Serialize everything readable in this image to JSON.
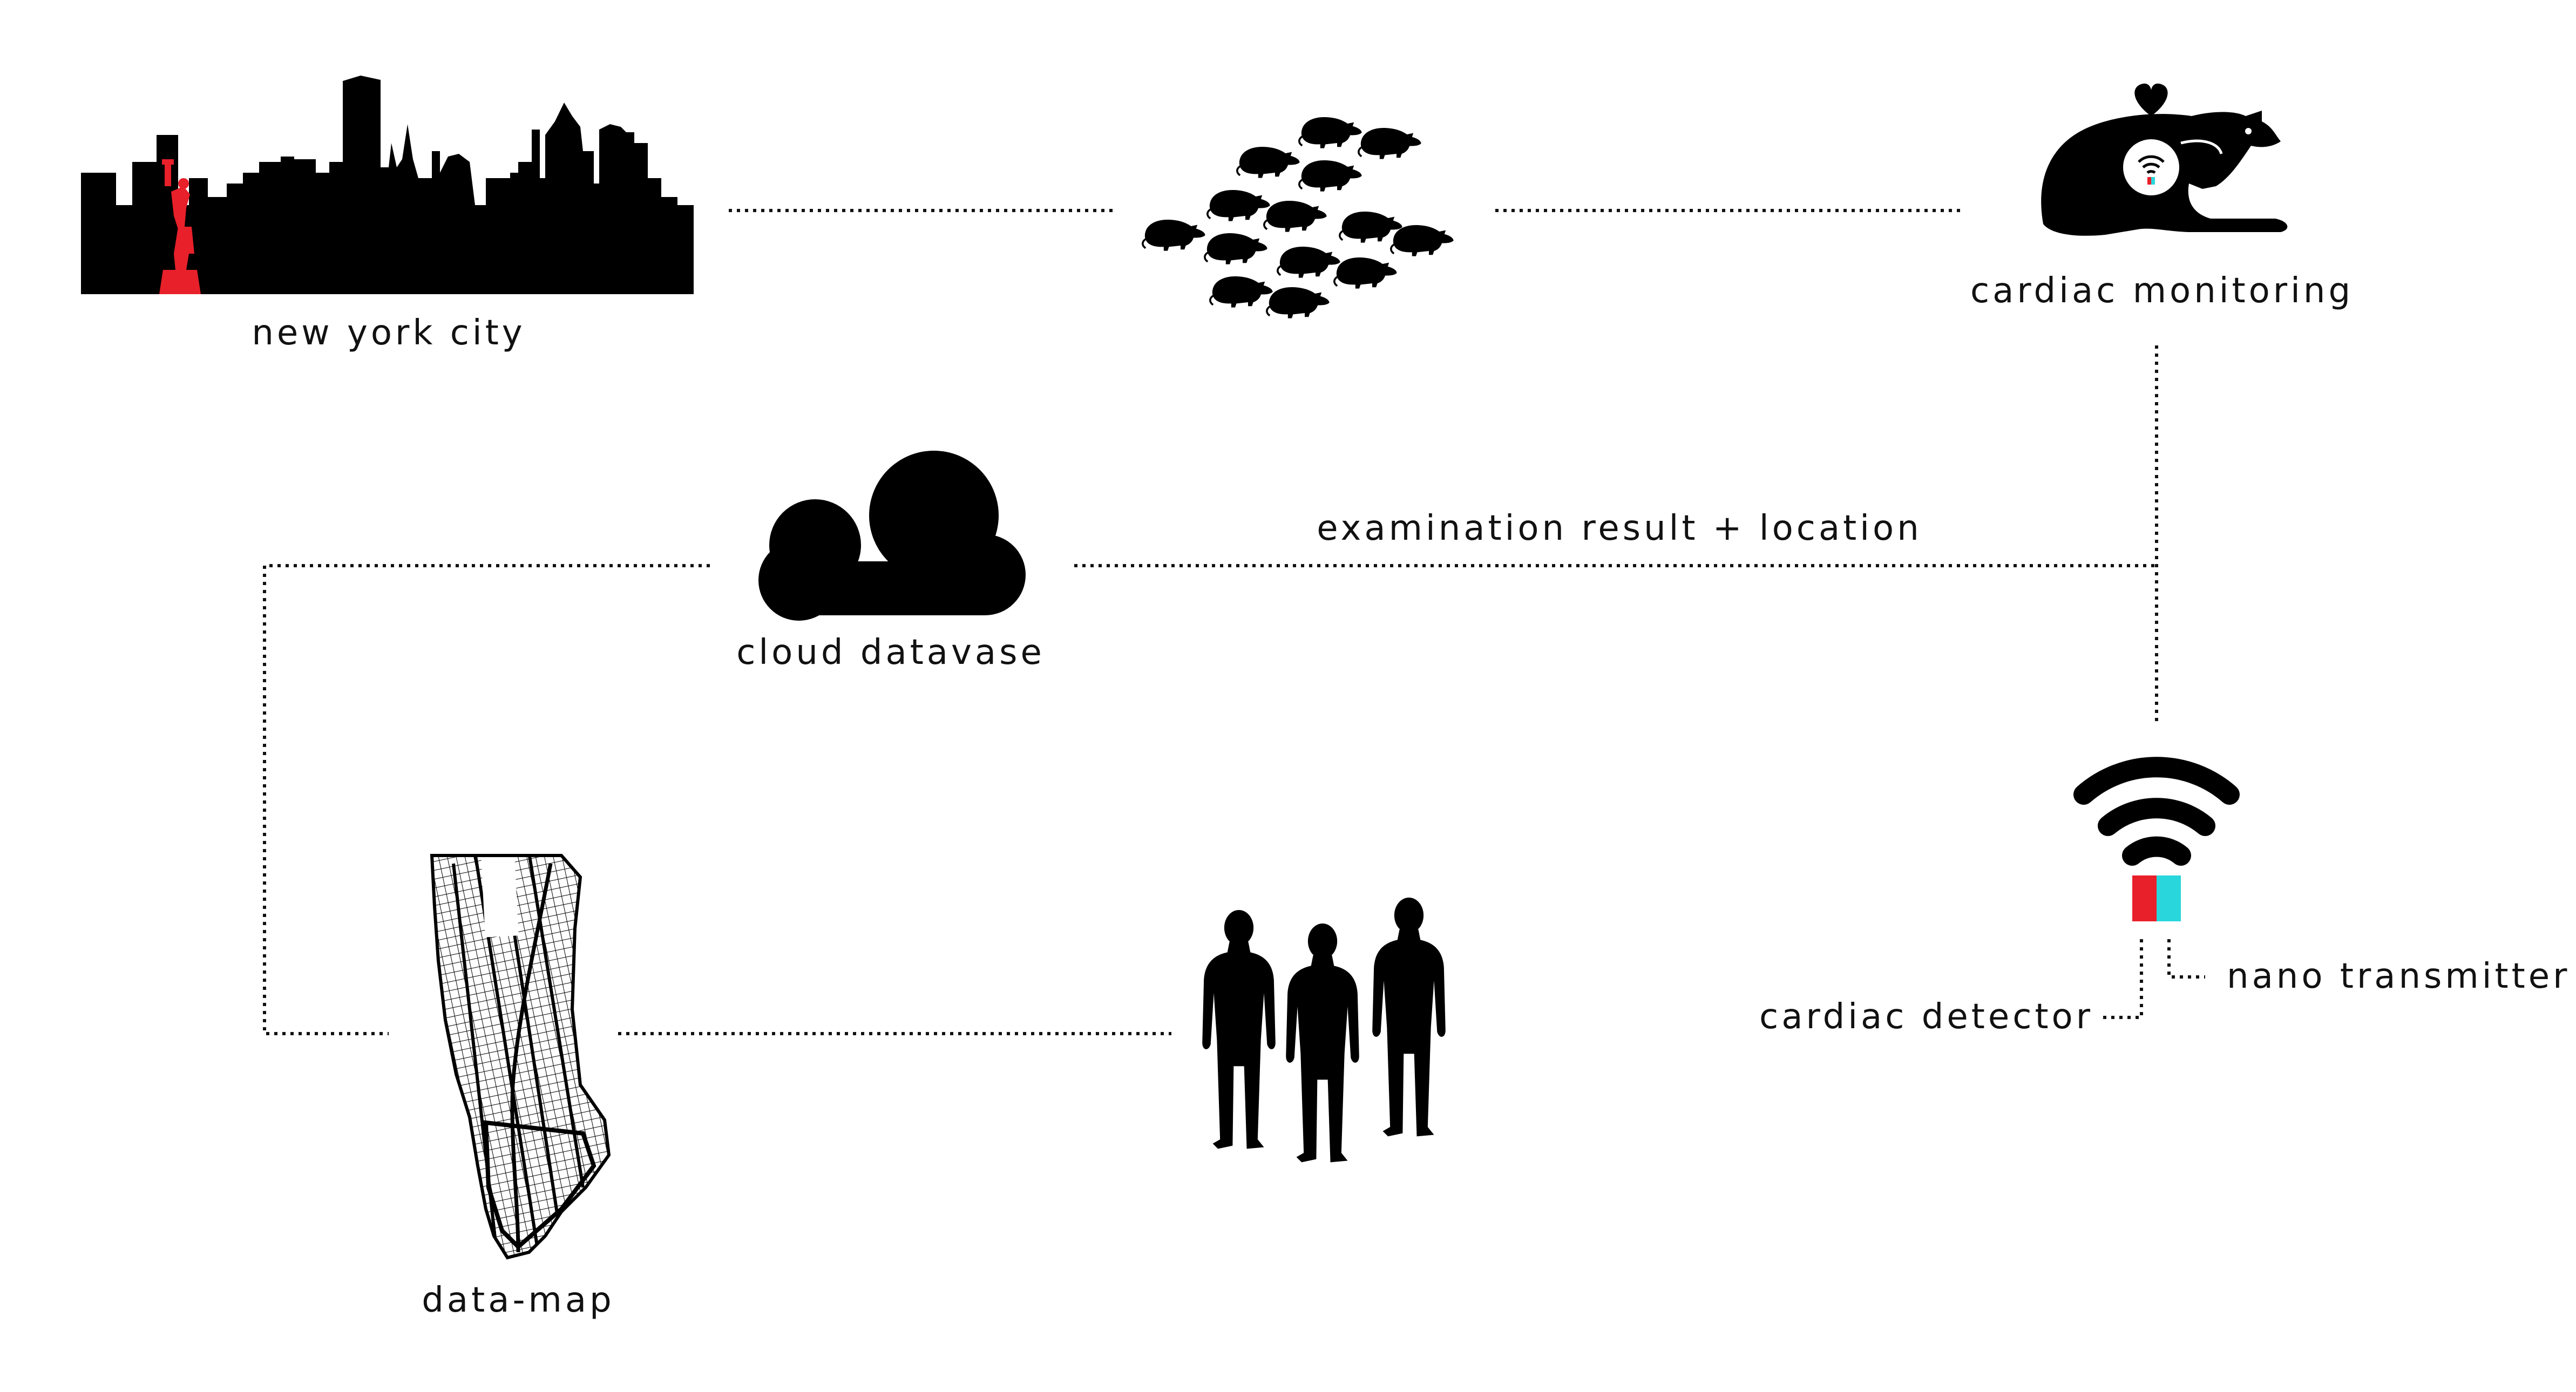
{
  "labels": {
    "city": "new york city",
    "cardiac_monitoring": "cardiac monitoring",
    "edge_label": "examination result + location",
    "cloud": "cloud datavase",
    "nano": "nano transmitter",
    "detector": "cardiac detector",
    "datamap": "data-map"
  },
  "colors": {
    "ink": "#000000",
    "accent_red": "#e8202a",
    "accent_cyan": "#29d6dc"
  },
  "icons": {
    "skyline": "new-york-skyline-icon",
    "statue": "statue-of-liberty-icon",
    "rats": "rat-swarm-icon",
    "rat": "rat-icon",
    "heart": "heart-icon",
    "cloud": "cloud-icon",
    "wifi": "wifi-icon",
    "map": "manhattan-map-icon",
    "people": "people-silhouettes-icon"
  }
}
